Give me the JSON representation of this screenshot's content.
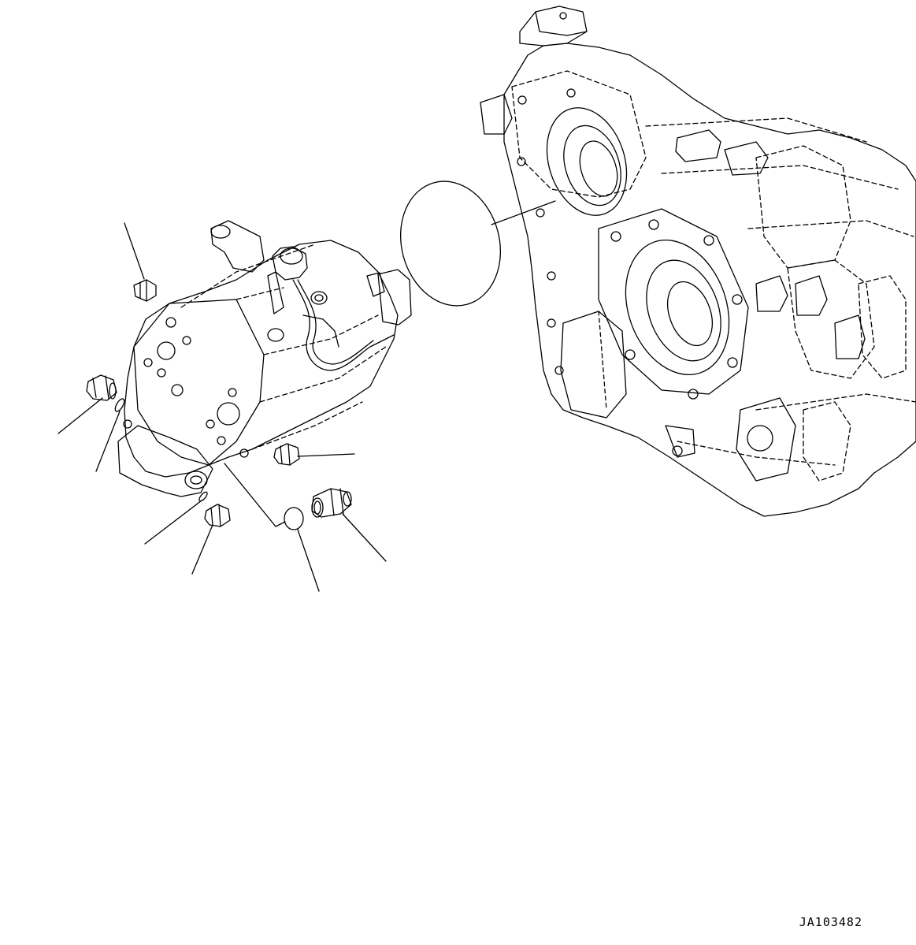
{
  "drawing": {
    "reference_code": "JA103482",
    "line_color": "#000000",
    "background_color": "#ffffff",
    "components": [
      {
        "name": "transmission-housing"
      },
      {
        "name": "pump-assembly"
      },
      {
        "name": "large-o-ring"
      },
      {
        "name": "plug"
      },
      {
        "name": "small-o-ring"
      },
      {
        "name": "elbow-fitting"
      },
      {
        "name": "o-ring"
      },
      {
        "name": "leader-line"
      }
    ]
  }
}
